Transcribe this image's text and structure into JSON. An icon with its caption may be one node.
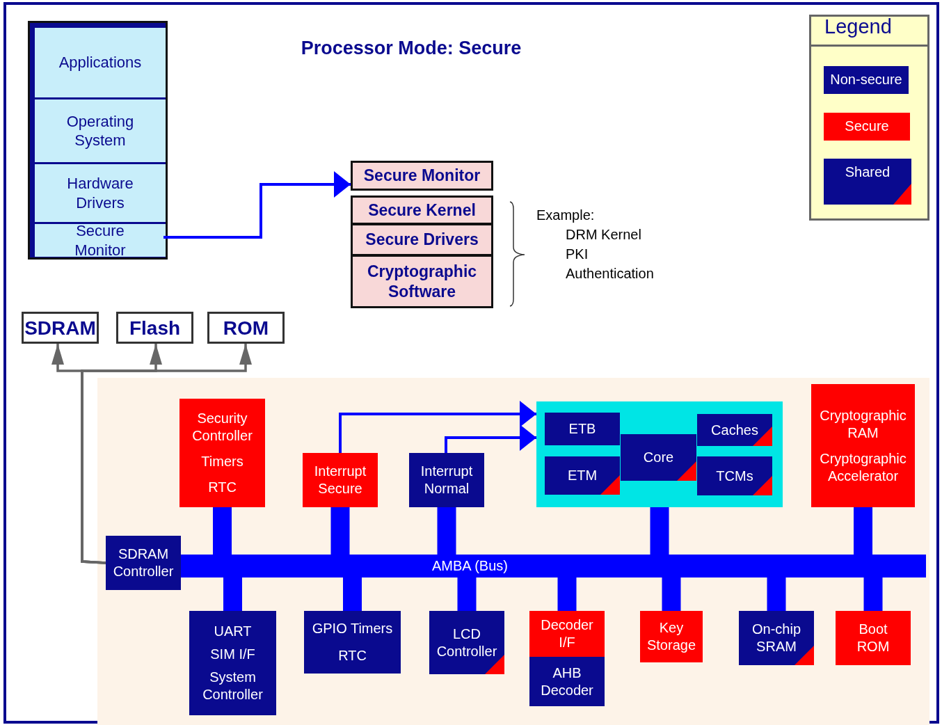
{
  "diagram": {
    "title": "Processor Mode: Secure",
    "nodes": [
      {
        "text": [],
        "shape": "box"
      },
      {
        "text": [
          "Applications"
        ],
        "in": 0
      },
      {
        "text": [
          "Operating System"
        ],
        "in": 0
      },
      {
        "text": [
          "Hardware Drivers"
        ],
        "in": 0
      },
      {
        "text": [
          "Secure Monitor"
        ],
        "in": 0
      },
      {
        "text": [
          "Secure Monitor"
        ]
      },
      {
        "text": [
          "Secure Kernel"
        ]
      },
      {
        "text": [
          "Secure Drivers"
        ]
      },
      {
        "text": [
          "Cryptographic Software"
        ]
      },
      {
        "text": [
          "SDRAM"
        ]
      },
      {
        "text": [
          "Flash"
        ]
      },
      {
        "text": [
          "ROM"
        ]
      },
      {
        "text": [],
        "shape": "box"
      },
      {
        "text": [
          "Security Controller",
          "Timers",
          "RTC"
        ],
        "in": 12
      },
      {
        "text": [
          "Interrupt Secure"
        ],
        "in": 12
      },
      {
        "text": [
          "Interrupt Normal"
        ],
        "in": 12
      },
      {
        "text": [],
        "shape": "box",
        "in": 12
      },
      {
        "text": [
          "ETB"
        ],
        "in": 16
      },
      {
        "text": [
          "ETM"
        ],
        "in": 16
      },
      {
        "text": [
          "Core"
        ],
        "in": 16
      },
      {
        "text": [
          "Caches"
        ],
        "in": 16
      },
      {
        "text": [
          "TCMs"
        ],
        "in": 16
      },
      {
        "text": [
          "Cryptographic RAM",
          "Cryptographic Accelerator"
        ],
        "in": 12
      },
      {
        "text": [
          "SDRAM Controller"
        ],
        "in": 12
      },
      {
        "text": [
          "AMBA (Bus)"
        ],
        "in": 12
      },
      {
        "text": [
          "UART",
          "SIM I/F",
          "System Controller"
        ],
        "in": 12
      },
      {
        "text": [
          "GPIO Timers",
          "RTC"
        ],
        "in": 12
      },
      {
        "text": [
          "LCD Controller"
        ],
        "in": 12
      },
      {
        "text": [
          "Decoder I/F"
        ],
        "in": 12
      },
      {
        "text": [
          "AHB Decoder"
        ],
        "in": 12
      },
      {
        "text": [
          "Key Storage"
        ],
        "in": 12
      },
      {
        "text": [
          "On-chip SRAM"
        ],
        "in": 12
      },
      {
        "text": [
          "Boot ROM"
        ],
        "in": 12
      }
    ],
    "edges": [
      {
        "from": 4,
        "to": 5,
        "arrow": "to"
      },
      {
        "from": 23,
        "to": 9,
        "arrow": "to",
        "color": "#666666"
      },
      {
        "from": 23,
        "to": 10,
        "arrow": "to",
        "color": "#666666"
      },
      {
        "from": 23,
        "to": 11,
        "arrow": "to",
        "color": "#666666"
      },
      {
        "from": 14,
        "to": 16,
        "arrow": "to"
      },
      {
        "from": 15,
        "to": 16,
        "arrow": "to"
      },
      {
        "from": 13,
        "to": 24,
        "arrow": "none"
      },
      {
        "from": 14,
        "to": 24,
        "arrow": "none"
      },
      {
        "from": 15,
        "to": 24,
        "arrow": "none"
      },
      {
        "from": 16,
        "to": 24,
        "arrow": "none"
      },
      {
        "from": 22,
        "to": 24,
        "arrow": "none"
      },
      {
        "from": 24,
        "to": 25,
        "arrow": "none"
      },
      {
        "from": 24,
        "to": 26,
        "arrow": "none"
      },
      {
        "from": 24,
        "to": 27,
        "arrow": "none"
      },
      {
        "from": 24,
        "to": 28,
        "arrow": "none"
      },
      {
        "from": 24,
        "to": 30,
        "arrow": "none"
      },
      {
        "from": 24,
        "to": 31,
        "arrow": "none"
      },
      {
        "from": 24,
        "to": 32,
        "arrow": "none"
      }
    ],
    "labels": [
      "Legend",
      "Example:",
      "DRM Kernel",
      "PKI",
      "Authentication"
    ],
    "legend": [
      {
        "text": "Non-secure",
        "color": "#0a0a8f"
      },
      {
        "text": "Secure",
        "color": "#ff0000"
      },
      {
        "text": "Shared"
      }
    ]
  }
}
